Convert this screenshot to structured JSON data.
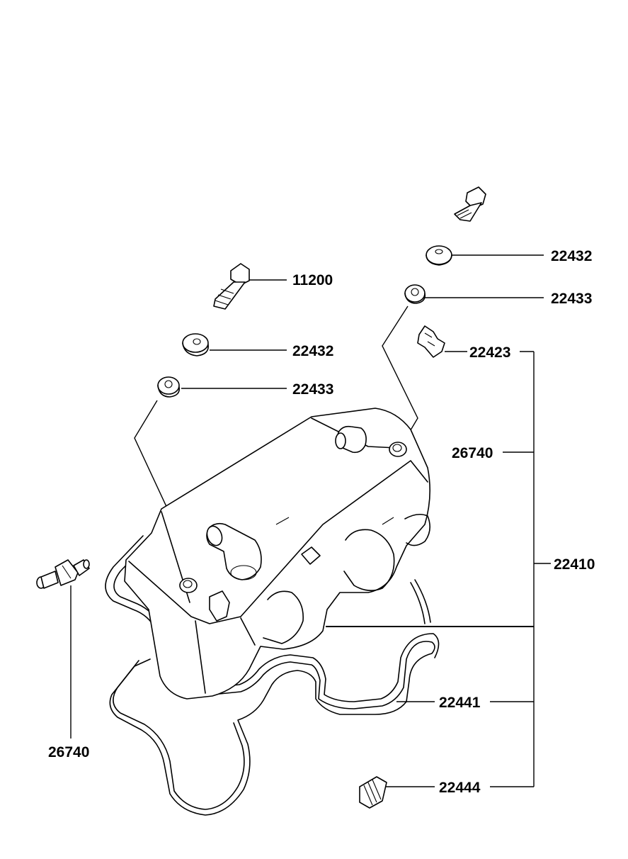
{
  "labels": {
    "bolt_right": "22432",
    "washer_right": "22433",
    "clip_right": "22423",
    "bolt_left": "11200",
    "grommet_left": "22432",
    "washer_left": "22433",
    "sensor_right": "26740",
    "cover_assy": "22410",
    "sensor_left": "26740",
    "gasket": "22441",
    "plug": "22444"
  }
}
